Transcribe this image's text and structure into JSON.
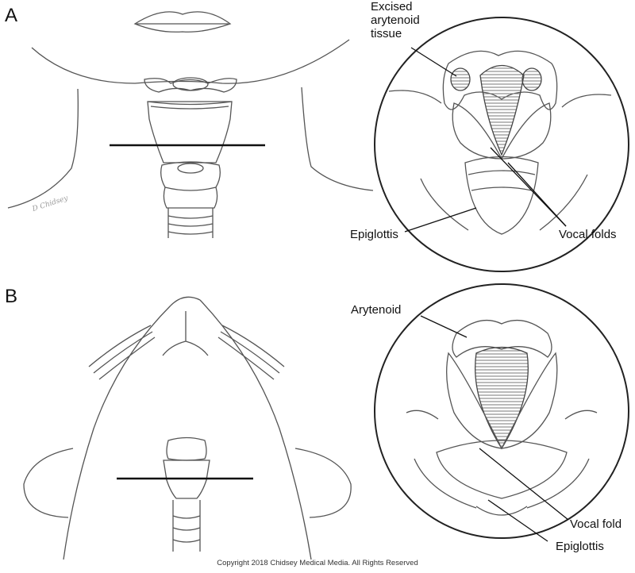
{
  "panels": {
    "a": {
      "letter": "A",
      "labels": {
        "excised_line1": "Excised",
        "excised_line2": "arytenoid",
        "excised_line3": "tissue",
        "epiglottis": "Epiglottis",
        "vocal_folds": "Vocal folds"
      }
    },
    "b": {
      "letter": "B",
      "labels": {
        "arytenoid": "Arytenoid",
        "vocal_fold": "Vocal fold",
        "epiglottis": "Epiglottis"
      }
    }
  },
  "signature": "D Chidsey",
  "copyright": "Copyright 2018 Chidsey Medical Media. All Rights Reserved",
  "colors": {
    "line": "#555555",
    "ink": "#111111",
    "hatch": "#777777"
  }
}
